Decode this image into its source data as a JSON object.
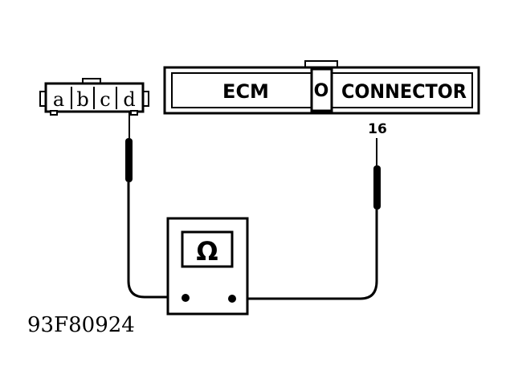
{
  "connector_left": {
    "pins": [
      "a",
      "b",
      "c",
      "d"
    ]
  },
  "ecm": {
    "left_label": "ECM",
    "lock_symbol": "O",
    "right_label": "CONNECTOR",
    "pin_number": "16"
  },
  "meter": {
    "symbol": "Ω",
    "icon": "ohmmeter-icon"
  },
  "figure_id": "93F80924",
  "colors": {
    "ink": "#000000",
    "background": "#ffffff"
  }
}
